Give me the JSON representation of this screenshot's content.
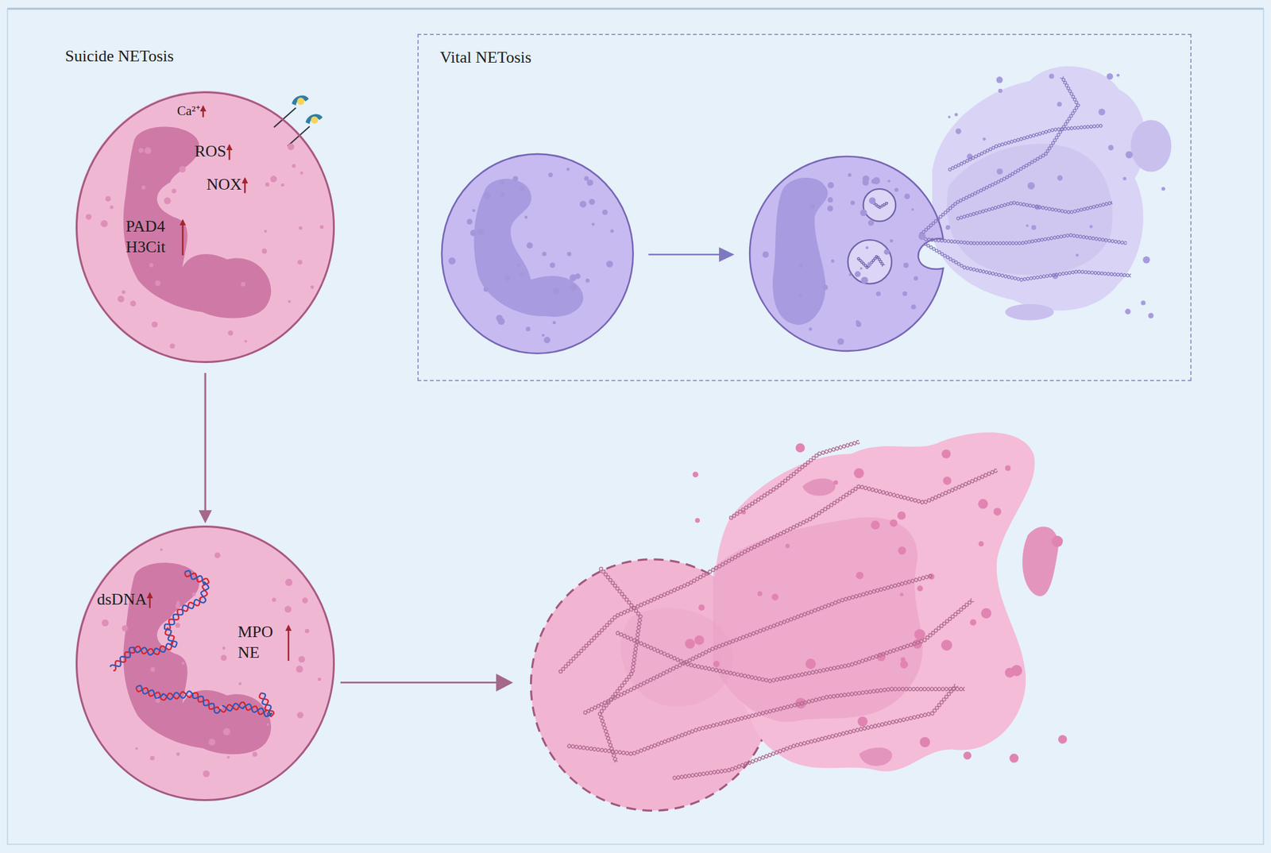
{
  "diagram": {
    "nodes": [
      {
        "text": [
          "Ca²⁺",
          "ROS",
          "NOX",
          "PAD4 H3Cit"
        ]
      },
      {
        "text": [
          "Vital NETosis"
        ]
      },
      {
        "text": [
          "dsDNA",
          "MPO NE"
        ]
      }
    ],
    "edges": [
      {
        "from": 0,
        "to": 2,
        "arrow": "to"
      }
    ],
    "labels": [
      "Suicide NETosis"
    ]
  }
}
